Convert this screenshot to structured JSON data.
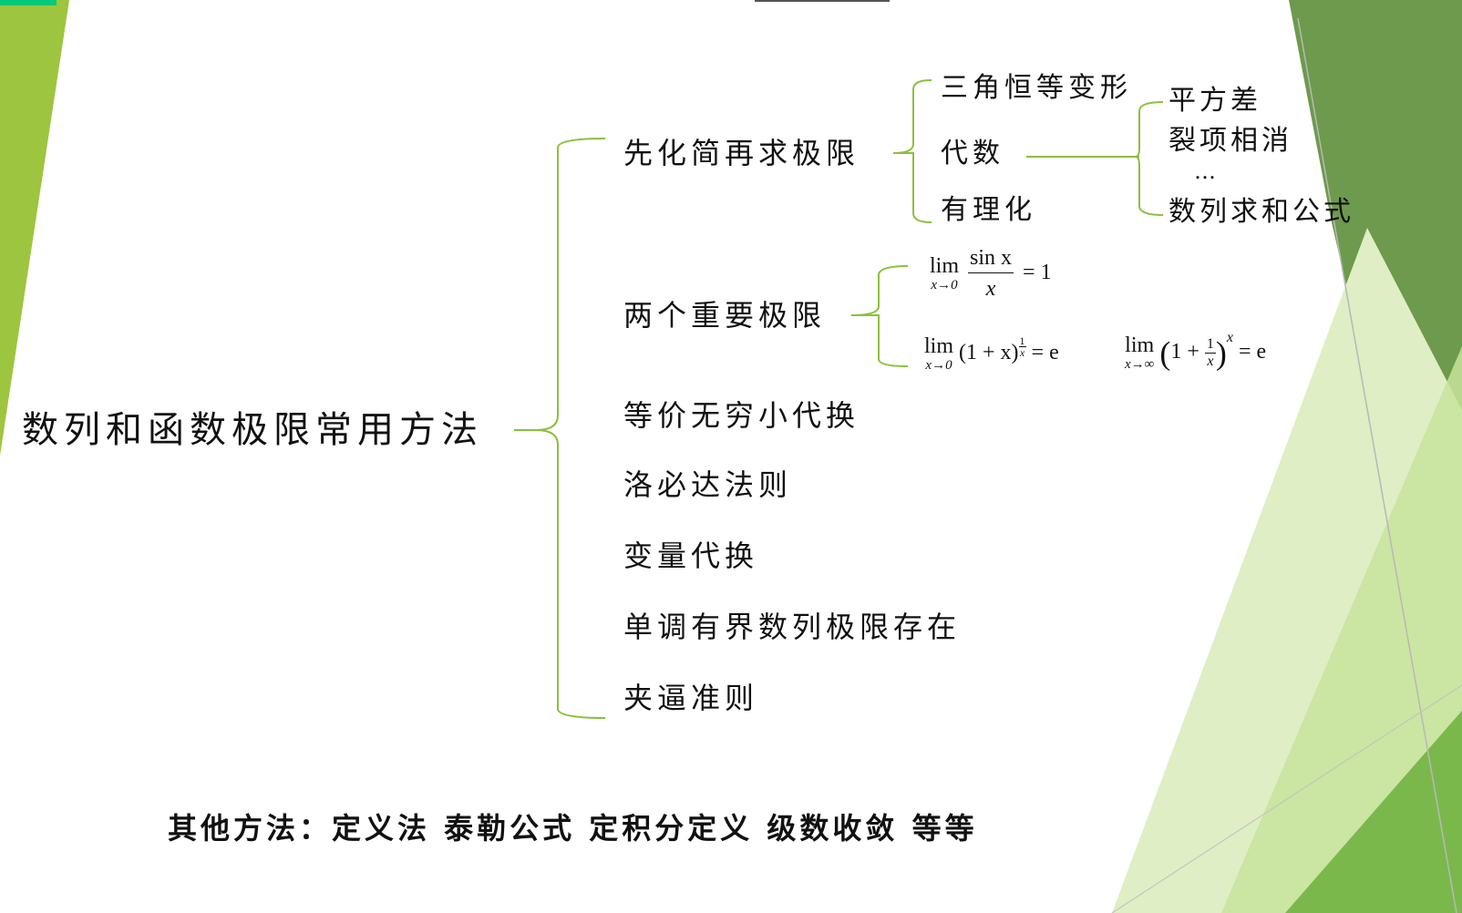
{
  "slide": {
    "title_bar_visible": true,
    "theme_colors": {
      "left_strip": "#9dc53f",
      "top_left_accent": "#00c97a",
      "dark_green": "#6d9a4c",
      "mid_green": "#7ab84c",
      "light_green": "#c8e39c",
      "pale_green": "#dfeec4",
      "bracket_green": "#8cbf3f",
      "guide_line": "#b8b8b8"
    }
  },
  "mindmap": {
    "root": "数列和函数极限常用方法",
    "branches": [
      {
        "label": "先化简再求极限",
        "children": [
          {
            "label": "三角恒等变形"
          },
          {
            "label": "代数",
            "children": [
              {
                "label": "平方差"
              },
              {
                "label": "裂项相消"
              },
              {
                "label": "…"
              },
              {
                "label": "数列求和公式"
              }
            ]
          },
          {
            "label": "有理化"
          }
        ]
      },
      {
        "label": "两个重要极限",
        "formulas": [
          {
            "lim": "lim",
            "sub": "x→0",
            "numerator": "sin x",
            "denominator": "x",
            "rhs": "= 1"
          },
          {
            "lim": "lim",
            "sub": "x→0",
            "base": "(1 + x)",
            "exp_num": "1",
            "exp_den": "x",
            "rhs": "= e"
          },
          {
            "lim": "lim",
            "sub": "x→∞",
            "open": "(",
            "one_plus": "1 +",
            "frac_num": "1",
            "frac_den": "x",
            "close": ")",
            "exp": "x",
            "rhs": "= e"
          }
        ]
      },
      {
        "label": "等价无穷小代换"
      },
      {
        "label": "洛必达法则"
      },
      {
        "label": "变量代换"
      },
      {
        "label": "单调有界数列极限存在"
      },
      {
        "label": "夹逼准则"
      }
    ]
  },
  "footer": {
    "text": "其他方法：定义法 泰勒公式 定积分定义 级数收敛 等等"
  }
}
